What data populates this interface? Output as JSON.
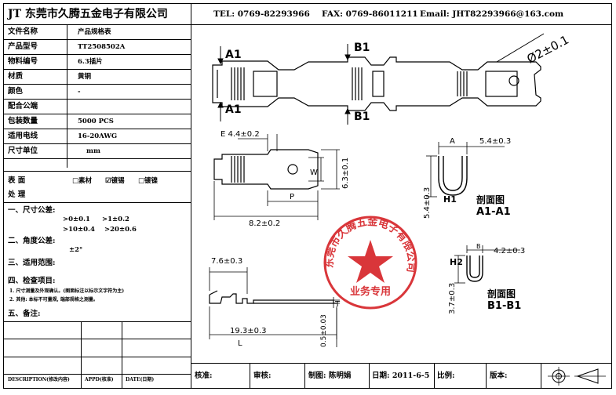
{
  "header": {
    "company": "JT 东莞市久腾五金电子有限公司",
    "tel": "TEL: 0769-82293966",
    "fax": "FAX: 0769-86011211",
    "email": "Email: JHT82293966@163.com"
  },
  "spec_table": [
    {
      "label": "文件名称",
      "value": "产品规格表"
    },
    {
      "label": "产品型号",
      "value": "TT2508502A"
    },
    {
      "label": "物料编号",
      "value": "6.3插片"
    },
    {
      "label": "材质",
      "value": "黄铜"
    },
    {
      "label": "颜色",
      "value": "-"
    },
    {
      "label": "配合公端",
      "value": ""
    },
    {
      "label": "包装数量",
      "value": "5000  PCS"
    },
    {
      "label": "适用电线",
      "value": "16-20AWG"
    },
    {
      "label": "尺寸单位",
      "value": "mm"
    }
  ],
  "surface": {
    "label_line1": "表  面",
    "label_line2": "处  理",
    "options": [
      "□素材",
      "☑镀锡",
      "□镀镍"
    ]
  },
  "notes": {
    "dim_title": "一、尺寸公差:",
    "dim_tol": [
      ">0±0.1",
      ">1±0.2",
      ">10±0.4",
      ">20±0.6"
    ],
    "angle_title": "二、角度公差:",
    "angle_tol": "±2°",
    "standard_title": "三、适用范围:",
    "check_title": "四、检查项目:",
    "check_items": [
      "1. 尺寸测量及外观确认。(图面标注以标示文字符为主)",
      "2. 其他: 本标不可量规, 端部规格之测量。"
    ],
    "remark_title": "五、备注:"
  },
  "bottom_left": {
    "description": "DESCRIPTION(修改内容)",
    "appd": "APPD(核准)",
    "date": "DATE(日期)"
  },
  "footer": {
    "approve": "核准:",
    "review": "审核:",
    "drawn": "制图: 陈明娟",
    "date": "日期: 2011-6-5",
    "scale": "比例:",
    "page": "版本:"
  },
  "drawing": {
    "section_a": "A1",
    "section_b": "B1",
    "hole_dim": "Ø2±0.1",
    "dim_e": "E 4.4±0.2",
    "dim_w": "W",
    "dim_63": "6.3±0.1",
    "dim_p": "P",
    "dim_82": "8.2±0.2",
    "dim_a_label": "A",
    "dim_54a": "5.4±0.3",
    "dim_54b": "5.4±0.3",
    "h1": "H1",
    "section1_title": "剖面图",
    "section1_name": "A1-A1",
    "dim_76": "7.6±0.3",
    "dim_t": "T",
    "dim_193": "19.3±0.3",
    "dim_l": "L",
    "dim_05": "0.5±0.03",
    "dim_b_label": "B",
    "dim_42": "4.2±0.3",
    "h2": "H2",
    "dim_37": "3.7±0.3",
    "section2_title": "剖面图",
    "section2_name": "B1-B1"
  },
  "stamp": {
    "arc_text": "东莞市久腾五金电子有限公司",
    "bottom_text": "业务专用"
  },
  "colors": {
    "stamp": "#d9363a",
    "ink": "#000000"
  }
}
